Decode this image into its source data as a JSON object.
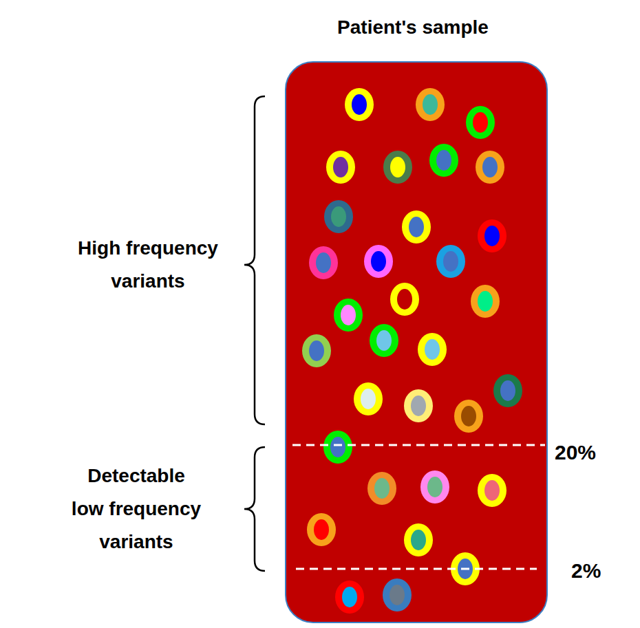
{
  "diagram": {
    "title": "Patient's sample",
    "labels": [
      "High frequency variants",
      "Detectable low frequency variants",
      "20%",
      "2%"
    ]
  }
}
